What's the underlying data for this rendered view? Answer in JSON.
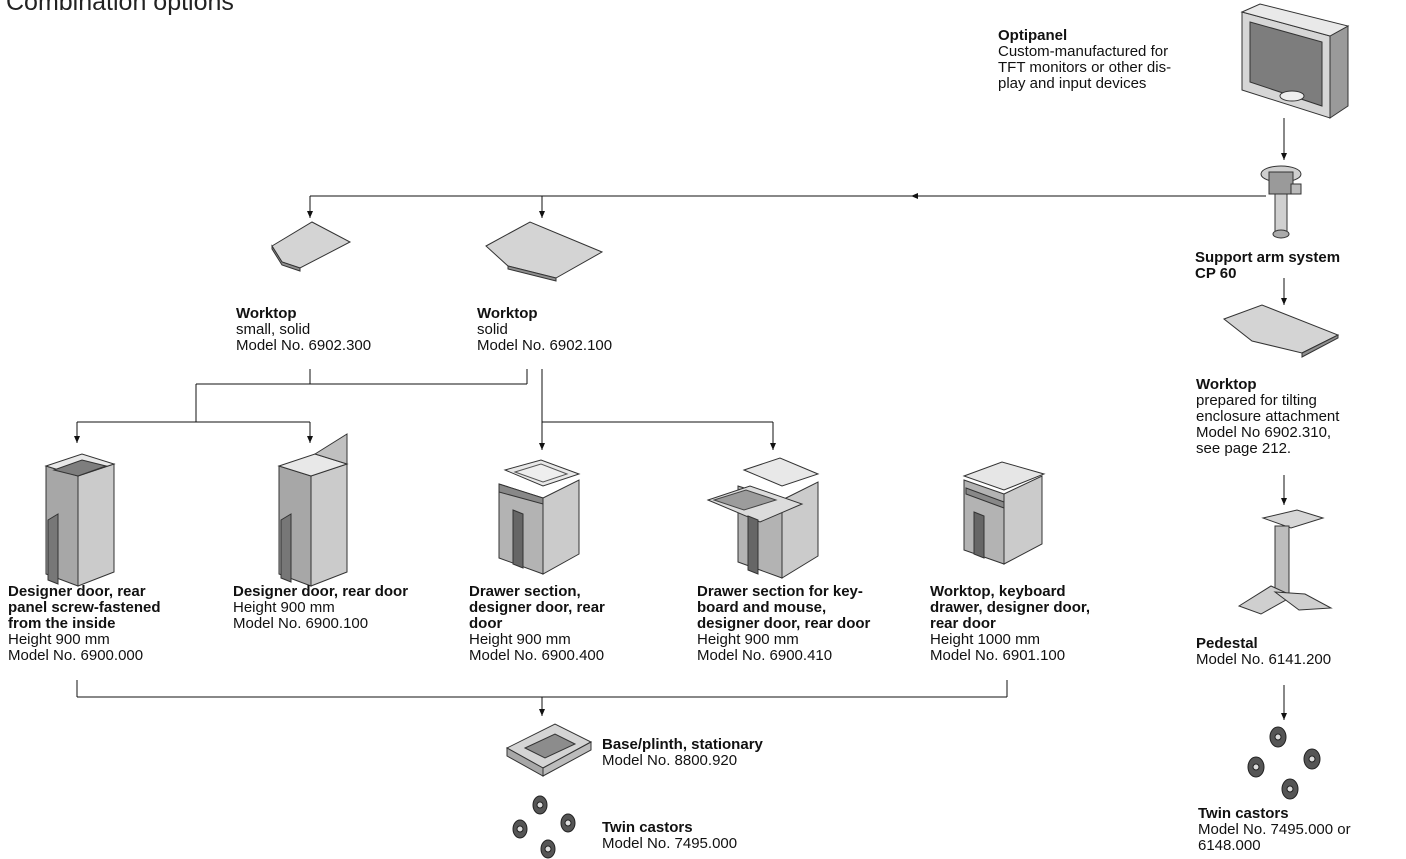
{
  "title": "Combination options",
  "products": {
    "optipanel": {
      "name": "Optipanel",
      "lines": [
        "Custom-manufactured for",
        "TFT monitors or other dis-",
        "play and input devices"
      ]
    },
    "support_arm": {
      "name_lines": [
        "Support arm system",
        "CP 60"
      ]
    },
    "worktop_small": {
      "name": "Worktop",
      "lines": [
        "small, solid",
        "Model No. 6902.300"
      ]
    },
    "worktop_solid": {
      "name": "Worktop",
      "lines": [
        "solid",
        "Model No. 6902.100"
      ]
    },
    "worktop_tilting": {
      "name": "Worktop",
      "lines": [
        "prepared for tilting",
        "enclosure attachment",
        "Model No 6902.310,",
        "see page 212."
      ]
    },
    "cab_screw": {
      "name_lines": [
        "Designer door, rear",
        "panel screw-fastened",
        "from the inside"
      ],
      "lines": [
        "Height 900 mm",
        "Model No. 6900.000"
      ]
    },
    "cab_rear": {
      "name_lines": [
        "Designer door, rear door"
      ],
      "lines": [
        "Height 900 mm",
        "Model No. 6900.100"
      ]
    },
    "cab_drawer": {
      "name_lines": [
        "Drawer section,",
        "designer door, rear",
        "door"
      ],
      "lines": [
        "Height 900 mm",
        "Model No. 6900.400"
      ]
    },
    "cab_keyboard": {
      "name_lines": [
        "Drawer section for key-",
        "board and mouse,",
        "designer door, rear door"
      ],
      "lines": [
        "Height 900 mm",
        "Model No. 6900.410"
      ]
    },
    "cab_worktop": {
      "name_lines": [
        "Worktop, keyboard",
        "drawer, designer door,",
        "rear door"
      ],
      "lines": [
        "Height 1000 mm",
        "Model No. 6901.100"
      ]
    },
    "pedestal": {
      "name": "Pedestal",
      "lines": [
        "Model No. 6141.200"
      ]
    },
    "castors_right": {
      "name": "Twin castors",
      "lines": [
        "Model No. 7495.000 or",
        "6148.000"
      ]
    },
    "plinth": {
      "name": "Base/plinth, stationary",
      "lines": [
        "Model No. 8800.920"
      ]
    },
    "castors_bottom": {
      "name": "Twin castors",
      "lines": [
        "Model No. 7495.000"
      ]
    }
  },
  "colors": {
    "line": "#111111",
    "panel": "#c9c9c9",
    "panel_dark": "#8d8d8d",
    "panel_light": "#e6e6e6",
    "outline": "#333333"
  }
}
